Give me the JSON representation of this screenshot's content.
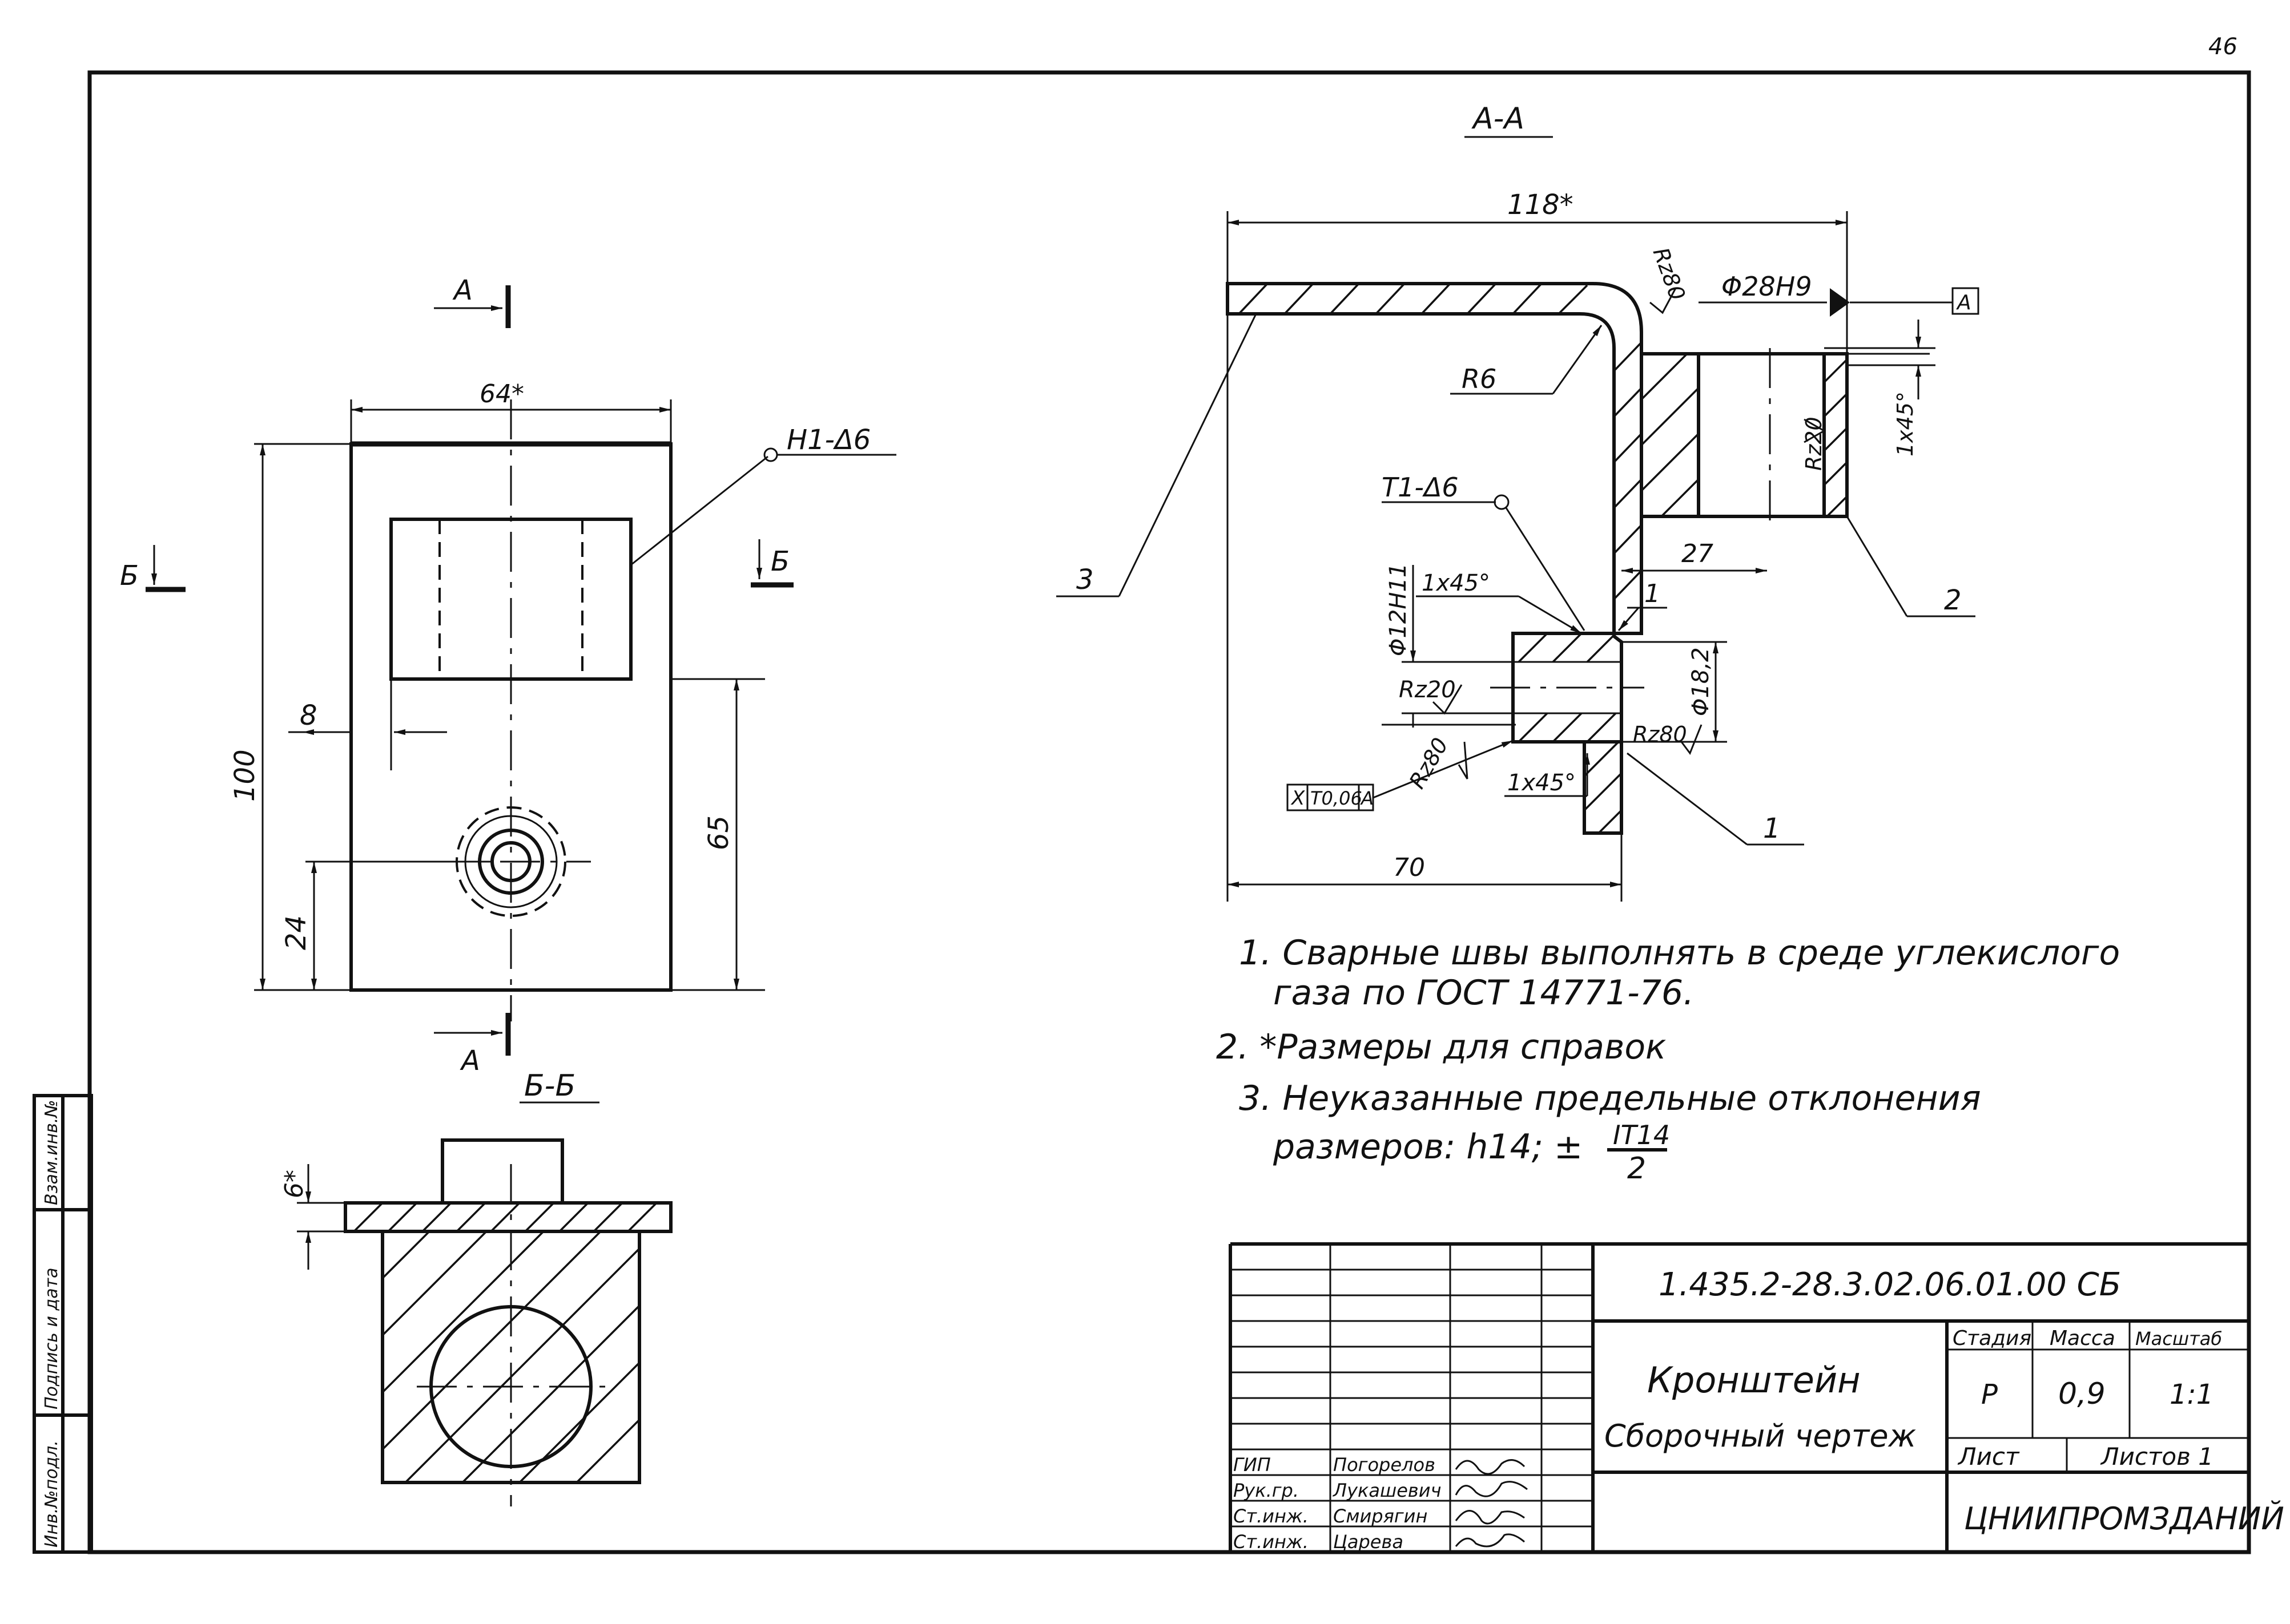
{
  "page_number": "46",
  "section_labels": {
    "aa": "А-А",
    "bb": "Б-Б",
    "cut_a_top": "А",
    "cut_a_bottom": "А",
    "cut_b_left": "Б",
    "cut_b_right": "Б"
  },
  "front_view": {
    "width_dim": "64*",
    "weld_note": "Н1-Δ6",
    "dim_8": "8",
    "dim_100": "100",
    "dim_24": "24",
    "dim_65": "65"
  },
  "section_bb": {
    "dim_6": "6*"
  },
  "section_aa": {
    "dim_118": "118*",
    "radius": "R6",
    "rough_rz80_top": "Rz80",
    "bore": "Φ28H9",
    "datum_a": "А",
    "rough_rz20_right": "Rz20",
    "chamfer_right": "1x45°",
    "weld_t1": "Т1-Δ6",
    "dim_27": "27",
    "chamfer_top": "1x45°",
    "dim_1": "1",
    "bore_small": "Φ12H11",
    "rough_rz20_left": "Rz20",
    "rough_rz80_left": "Rz80",
    "rough_rz80_right": "Rz80",
    "dia_18": "Φ18,2",
    "chamfer_bottom": "1x45°",
    "tol_symbol": "X",
    "tol_value": "T0,06",
    "tol_datum": "А",
    "dim_70": "70",
    "leader_1": "1",
    "leader_2": "2",
    "leader_3": "3"
  },
  "notes": [
    "1. Сварные швы выполнять в среде углекислого",
    "газа по ГОСТ 14771-76.",
    "2. *Размеры для справок",
    "3. Неуказанные предельные отклонения",
    "размеров: h14; ±"
  ],
  "tolerance_fraction": {
    "num": "IT14",
    "den": "2"
  },
  "side_stamp": [
    "Инв.№подл.",
    "Подпись и дата",
    "Взам.инв.№"
  ],
  "title_block": {
    "doc_number": "1.435.2-28.3.02.06.01.00 СБ",
    "title": "Кронштейн",
    "subtitle": "Сборочный чертеж",
    "stage_header": "Стадия",
    "mass_header": "Масса",
    "scale_header": "Масштаб",
    "stage": "Р",
    "mass": "0,9",
    "scale": "1:1",
    "sheet_label": "Лист",
    "sheets_label": "Листов 1",
    "organization": "ЦНИИПРОМЗДАНИЙ",
    "roles": [
      "ГИП",
      "Рук.гр.",
      "Ст.инж.",
      "Ст.инж."
    ],
    "names": [
      "Погорелов",
      "Лукашевич",
      "Смирягин",
      "Царева"
    ]
  }
}
